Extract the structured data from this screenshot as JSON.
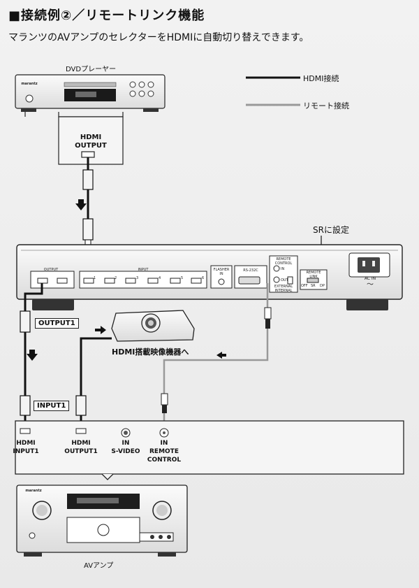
{
  "header": {
    "title": "■接続例②／リモートリンク機能",
    "subtitle": "マランツのAVアンプのセレクターをHDMIに自動切り替えできます。"
  },
  "legend": {
    "hdmi_label": "HDMI接続",
    "remote_label": "リモート接続"
  },
  "dvd": {
    "label": "DVDプレーヤー",
    "brand": "marantz",
    "out_label": "HDMI\nOUTPUT"
  },
  "sr_label": "SRに設定",
  "selector": {
    "output_label": "OUTPUT",
    "input_label": "INPUT",
    "input_numbers": [
      "1",
      "2",
      "3",
      "4",
      "5",
      "6"
    ],
    "flasher_label": "FLASHER\nIN",
    "rs232c_label": "RS-232C",
    "remote_control_label": "REMOTE\nCONTROL",
    "remote_in": "IN",
    "remote_out": "OUT",
    "external_internal": "EXTERNAL\nINTERNAL",
    "remote_link_label": "REMOTE\nLINK",
    "link_off": "OFF",
    "link_sr": "SR",
    "link_dp": "DP",
    "ac_in_label": "AC IN",
    "ac_symbol": "〜"
  },
  "tags": {
    "output1": "OUTPUT1",
    "input1": "INPUT1"
  },
  "projector_label": "HDMI搭載映像機器へ",
  "amp_panel": {
    "hdmi_input1": "HDMI\nINPUT1",
    "hdmi_output1": "HDMI\nOUTPUT1",
    "svideo": "IN\nS-VIDEO",
    "remote_in": "IN",
    "remote_control": "REMOTE\nCONTROL"
  },
  "amp": {
    "label": "AVアンプ",
    "brand": "marantz"
  }
}
